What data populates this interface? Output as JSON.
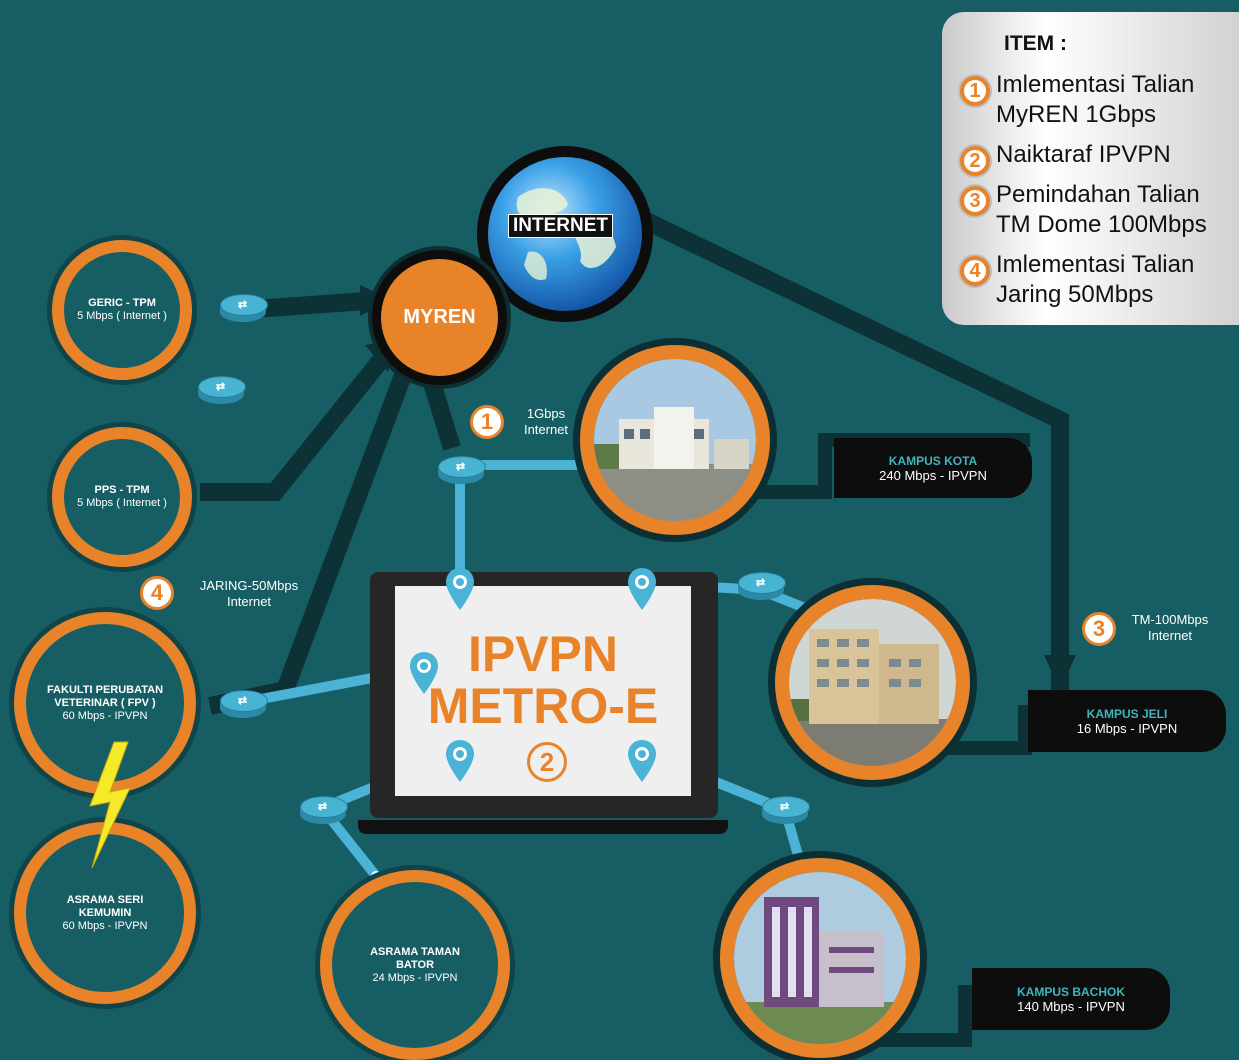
{
  "legend": {
    "title": "ITEM :",
    "items": [
      {
        "num": "1",
        "line1": "Imlementasi Talian",
        "line2": "MyREN 1Gbps"
      },
      {
        "num": "2",
        "line1": "Naiktaraf IPVPN",
        "line2": ""
      },
      {
        "num": "3",
        "line1": "Pemindahan Talian",
        "line2": "TM Dome 100Mbps"
      },
      {
        "num": "4",
        "line1": "Imlementasi Talian",
        "line2": "Jaring 50Mbps"
      }
    ]
  },
  "hubs": {
    "internet": "INTERNET",
    "myren": "MYREN"
  },
  "nodes": {
    "geric": {
      "name": "GERIC - TPM",
      "speed": "5 Mbps ( Internet )"
    },
    "pps": {
      "name": "PPS - TPM",
      "speed": "5 Mbps ( Internet )"
    },
    "fpv": {
      "name1": "FAKULTI PERUBATAN",
      "name2": "VETERINAR ( FPV )",
      "speed": "60 Mbps - IPVPN"
    },
    "seri": {
      "name1": "ASRAMA SERI",
      "name2": "KEMUMIN",
      "speed": "60 Mbps - IPVPN"
    },
    "bator": {
      "name1": "ASRAMA TAMAN",
      "name2": "BATOR",
      "speed": "24 Mbps - IPVPN"
    }
  },
  "campuses": {
    "kota": {
      "name": "KAMPUS KOTA",
      "speed": "240 Mbps - IPVPN"
    },
    "jeli": {
      "name": "KAMPUS JELI",
      "speed": "16 Mbps - IPVPN"
    },
    "bachok": {
      "name": "KAMPUS BACHOK",
      "speed": "140 Mbps - IPVPN"
    }
  },
  "notes": {
    "n1": {
      "num": "1",
      "line1": "1Gbps",
      "line2": "Internet"
    },
    "n3": {
      "num": "3",
      "line1": "TM-100Mbps",
      "line2": "Internet"
    },
    "n4": {
      "num": "4",
      "line1": "JARING-50Mbps",
      "line2": "Internet"
    }
  },
  "center": {
    "line1": "IPVPN",
    "line2": "METRO-E",
    "num": "2"
  },
  "colors": {
    "background": "#175e64",
    "accent": "#e8832a",
    "link": "#4bb3d6",
    "trunk": "#0d3236"
  }
}
